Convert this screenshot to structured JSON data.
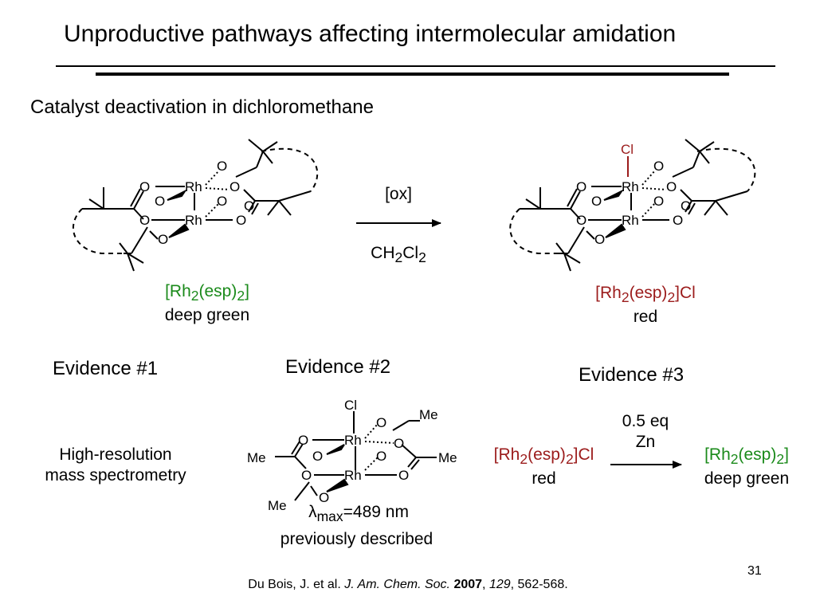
{
  "slide": {
    "title": "Unproductive pathways affecting intermolecular amidation",
    "subtitle": "Catalyst deactivation in dichloromethane",
    "page_number": "31"
  },
  "reaction": {
    "reagent_above": "[ox]",
    "solvent_parts": [
      "CH",
      "2",
      "Cl",
      "2"
    ],
    "start": {
      "formula_parts": [
        "[Rh",
        "2",
        "(esp)",
        "2",
        "]"
      ],
      "color_name": "deep green"
    },
    "product": {
      "formula_parts": [
        "[Rh",
        "2",
        "(esp)",
        "2",
        "]Cl"
      ],
      "color_name": "red"
    }
  },
  "evidence": {
    "e1": {
      "heading": "Evidence #1",
      "lines": [
        "High-resolution",
        "mass spectrometry"
      ]
    },
    "e2": {
      "heading": "Evidence #2",
      "lambda": "λ",
      "lambda_sub": "max",
      "lambda_value": "=489 nm",
      "note": "previously described"
    },
    "e3": {
      "heading": "Evidence #3",
      "reagent_amount": "0.5 eq",
      "reagent": "Zn",
      "start": {
        "formula_parts": [
          "[Rh",
          "2",
          "(esp)",
          "2",
          "]Cl"
        ],
        "color_name": "red"
      },
      "product": {
        "formula_parts": [
          "[Rh",
          "2",
          "(esp)",
          "2",
          "]"
        ],
        "color_name": "deep green"
      }
    }
  },
  "structure_labels": {
    "metal": "Rh",
    "oxygen": "O",
    "chloride": "Cl",
    "methyl": "Me"
  },
  "citation": {
    "authors": "Du Bois, J. et al. ",
    "journal": "J. Am. Chem. Soc.",
    "year": "2007",
    "volume": "129",
    "pages": ", 562-568."
  },
  "colors": {
    "green": "#1a8a1a",
    "red": "#9b1b1b"
  }
}
